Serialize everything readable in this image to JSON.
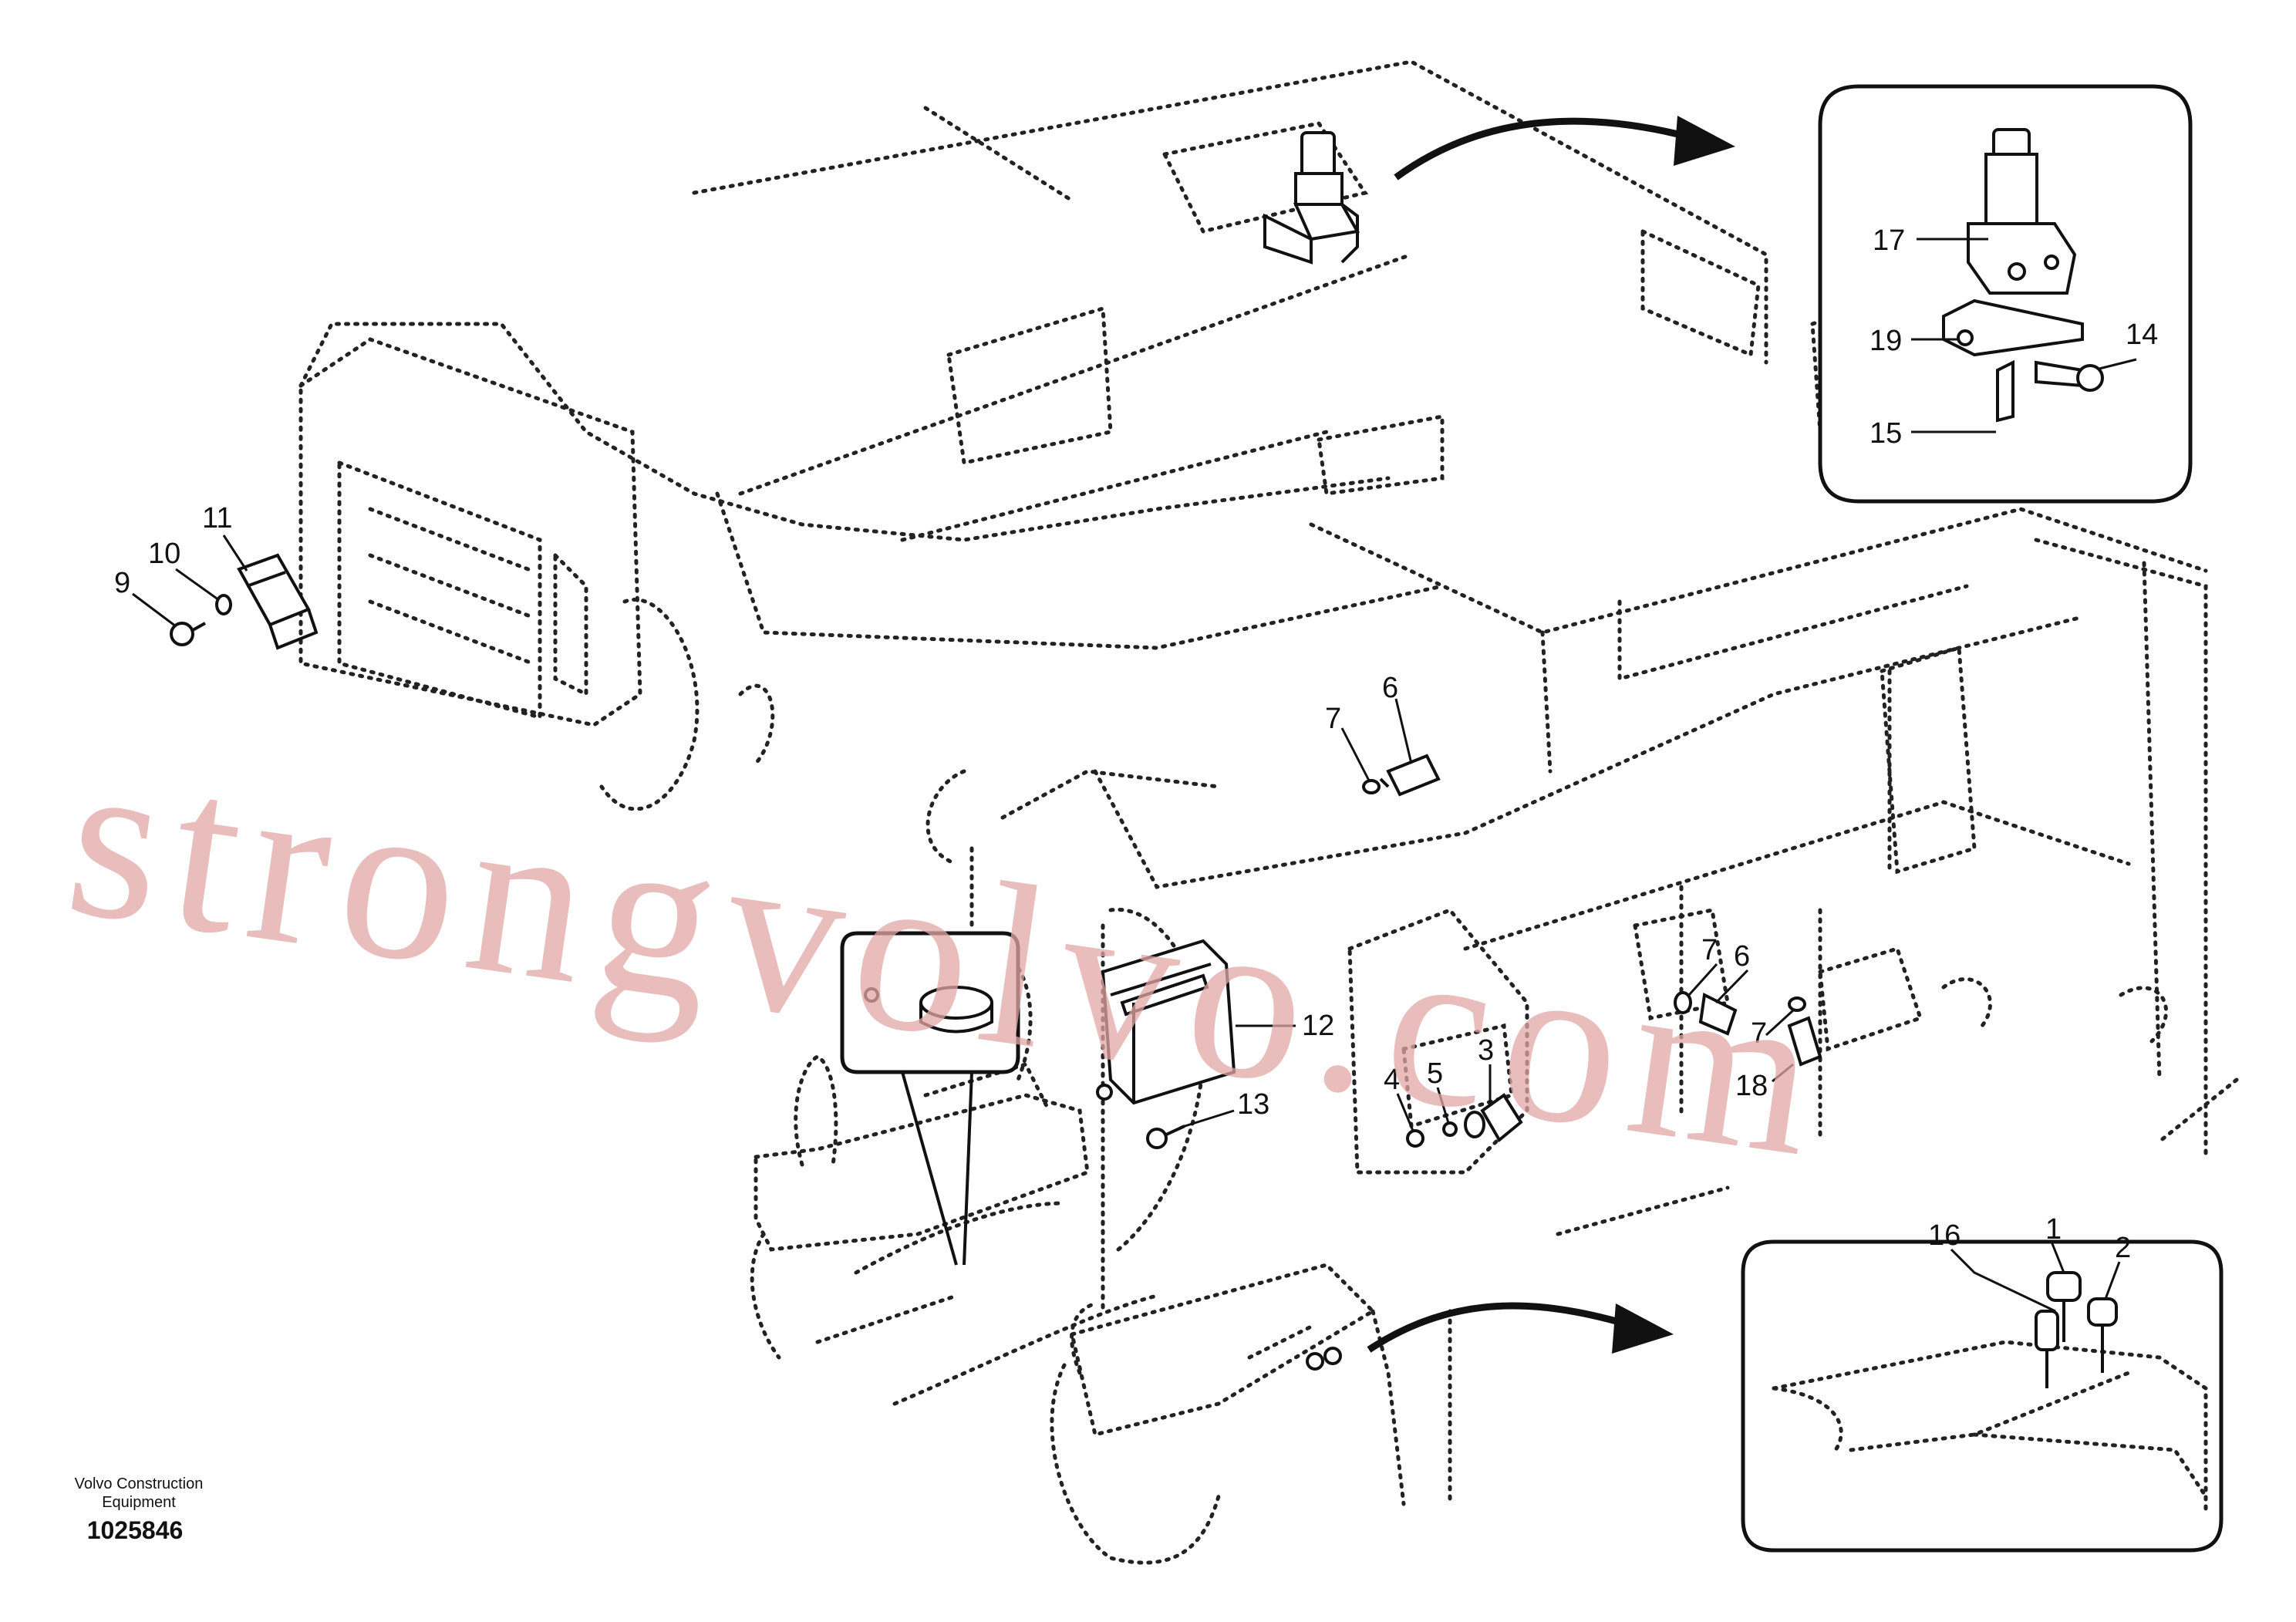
{
  "watermark": "strongvolvo.com",
  "footer": {
    "company_line1": "Volvo Construction",
    "company_line2": "Equipment",
    "figure_number": "1025846"
  },
  "callouts": [
    {
      "id": "1",
      "label": "1"
    },
    {
      "id": "2",
      "label": "2"
    },
    {
      "id": "3",
      "label": "3"
    },
    {
      "id": "4",
      "label": "4"
    },
    {
      "id": "5",
      "label": "5"
    },
    {
      "id": "6a",
      "label": "6"
    },
    {
      "id": "6b",
      "label": "6"
    },
    {
      "id": "7a",
      "label": "7"
    },
    {
      "id": "7b",
      "label": "7"
    },
    {
      "id": "7c",
      "label": "7"
    },
    {
      "id": "9",
      "label": "9"
    },
    {
      "id": "10",
      "label": "10"
    },
    {
      "id": "11",
      "label": "11"
    },
    {
      "id": "12",
      "label": "12"
    },
    {
      "id": "13",
      "label": "13"
    },
    {
      "id": "14",
      "label": "14"
    },
    {
      "id": "15",
      "label": "15"
    },
    {
      "id": "16",
      "label": "16"
    },
    {
      "id": "17",
      "label": "17"
    },
    {
      "id": "18",
      "label": "18"
    },
    {
      "id": "19",
      "label": "19"
    }
  ]
}
